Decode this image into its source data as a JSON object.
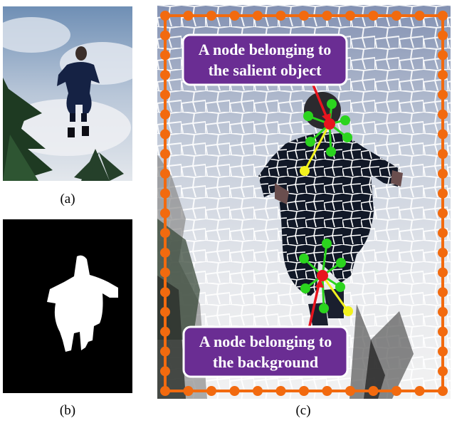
{
  "captions": {
    "a": "(a)",
    "b": "(b)",
    "c": "(c)"
  },
  "callouts": {
    "salient": {
      "line1": "A node belonging to",
      "line2": "the salient object"
    },
    "background": {
      "line1": "A node belonging to",
      "line2": "the background"
    }
  },
  "colors": {
    "callout_fill": "#6a2d93",
    "boundary_orange": "#f26a0f",
    "node_red": "#e8141e",
    "node_green": "#2bd41e",
    "node_yellow": "#f2f21e",
    "mask_white": "#ffffff",
    "mask_black": "#000000"
  }
}
